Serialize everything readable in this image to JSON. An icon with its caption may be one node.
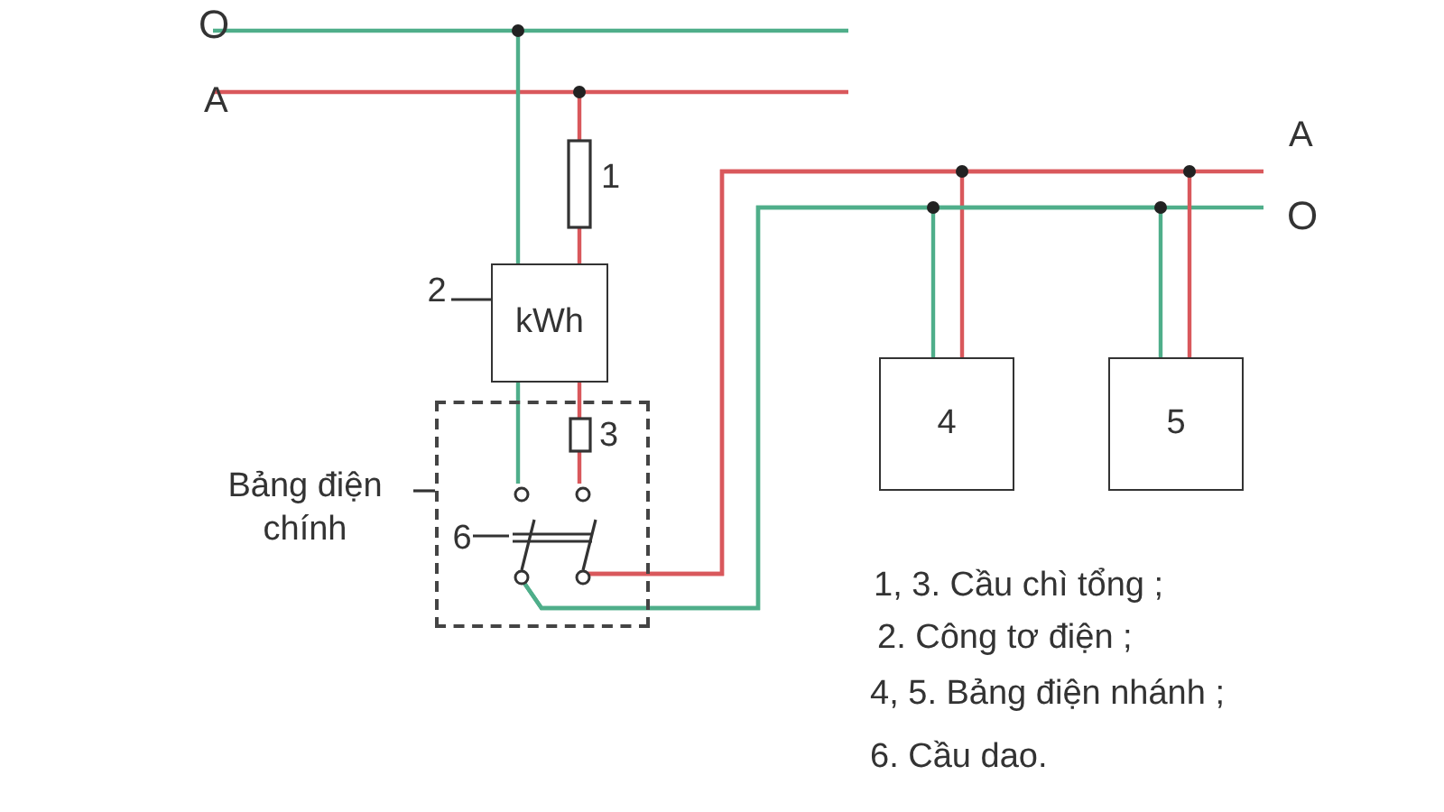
{
  "diagram": {
    "nodes": [
      {
        "text": [
          "Bảng điện chính"
        ]
      },
      {
        "text": [],
        "shape": "box"
      },
      {
        "text": [
          "2"
        ]
      },
      {
        "text": [
          "kWh"
        ]
      },
      {
        "text": [
          "6"
        ],
        "in": 1
      },
      {
        "text": [],
        "shape": "picture",
        "in": 1
      },
      {
        "text": [
          "4"
        ]
      },
      {
        "text": [
          "5"
        ]
      }
    ],
    "edges": [
      {
        "from": 0,
        "to": 1,
        "arrow": "none",
        "color": "#333333"
      },
      {
        "from": 2,
        "to": 3,
        "arrow": "none",
        "color": "#333333"
      },
      {
        "from": 4,
        "to": 5,
        "arrow": "none",
        "color": "#333333"
      },
      {
        "from": null,
        "to": 3,
        "arrow": "none",
        "color": "#4fae8a"
      },
      {
        "from": null,
        "to": 3,
        "arrow": "none",
        "color": "#d9585c"
      },
      {
        "from": 3,
        "to": 5,
        "arrow": "none",
        "color": "#4fae8a"
      },
      {
        "from": 3,
        "to": 5,
        "arrow": "none",
        "color": "#d9585c"
      },
      {
        "from": 5,
        "to": 6,
        "arrow": "none",
        "color": "#d9585c"
      },
      {
        "from": 5,
        "to": 6,
        "arrow": "none",
        "color": "#4fae8a"
      },
      {
        "from": 5,
        "to": 7,
        "arrow": "none",
        "color": "#d9585c"
      },
      {
        "from": 5,
        "to": 7,
        "arrow": "none",
        "color": "#4fae8a"
      }
    ],
    "labels": [
      "O",
      "A",
      "A",
      "1",
      "O",
      "3",
      "1, 3. Cầu chì tổng ;",
      "2. Công tơ điện ;",
      "4, 5. Bảng điện nhánh ;",
      "6. Cầu dao."
    ]
  }
}
